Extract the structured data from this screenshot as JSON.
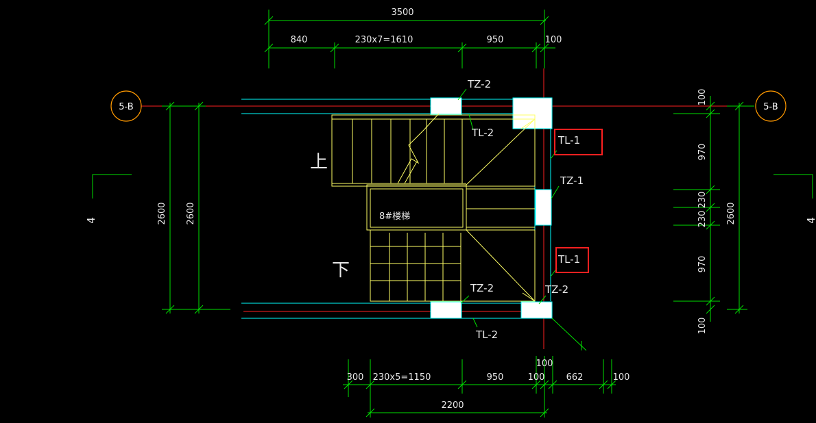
{
  "colors": {
    "background": "#000000",
    "dimension_line": "#00e000",
    "stair_line": "#ffff66",
    "wall_line": "#00ffff",
    "axis_line": "#ff2020",
    "column_fill": "#ffffff",
    "axis_bubble": "#ff9900",
    "highlight_box": "#ff2020"
  },
  "dimensions": {
    "top_overall": "3500",
    "top_seg_1": "840",
    "top_seg_2": "230x7=1610",
    "top_seg_3": "950",
    "top_seg_4": "100",
    "bottom_seg_1": "300",
    "bottom_seg_2": "230x5=1150",
    "bottom_seg_3": "950",
    "bottom_seg_4": "100",
    "bottom_seg_5": "100",
    "bottom_seg_6": "662",
    "bottom_seg_7": "100",
    "bottom_overall": "2200",
    "left_outer": "2600",
    "left_inner": "2600",
    "right_overall": "2600",
    "right_seg_1": "100",
    "right_seg_2": "970",
    "right_seg_3": "230",
    "right_seg_4": "230",
    "right_seg_5": "970",
    "right_seg_6": "100"
  },
  "axis_labels": {
    "left": "5-B",
    "right": "5-B"
  },
  "section_marks": {
    "left": "4",
    "right": "4"
  },
  "member_labels": {
    "tz2_top": "TZ-2",
    "tl2_top": "TL-2",
    "tl1_upper": "TL-1",
    "tz1_mid": "TZ-1",
    "tl1_lower": "TL-1",
    "tz2_bottom_left": "TZ-2",
    "tz2_bottom_right": "TZ-2",
    "tl2_bottom": "TL-2"
  },
  "annotations": {
    "up": "上",
    "down": "下",
    "stair_name": "8#楼梯"
  }
}
